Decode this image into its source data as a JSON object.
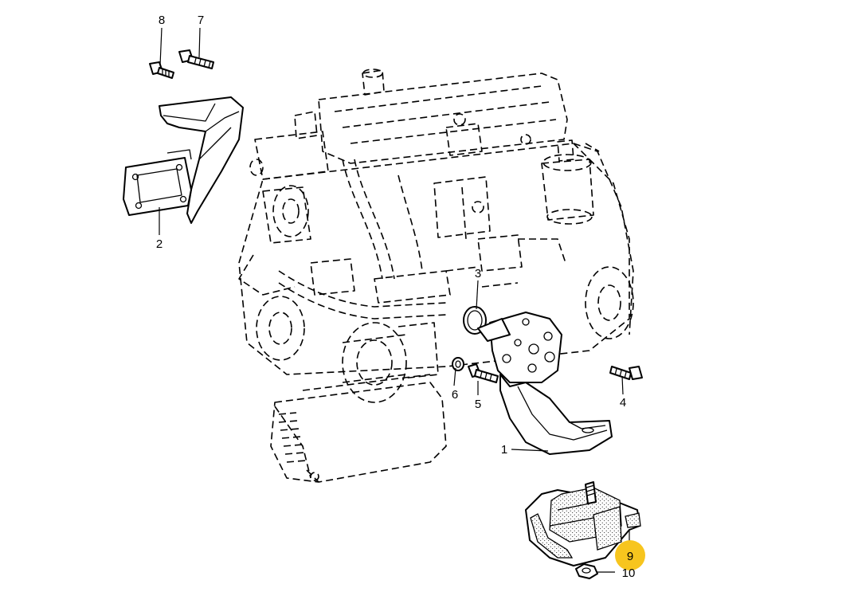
{
  "callouts": [
    {
      "id": "1",
      "label": "1"
    },
    {
      "id": "2",
      "label": "2"
    },
    {
      "id": "3",
      "label": "3"
    },
    {
      "id": "4",
      "label": "4"
    },
    {
      "id": "5",
      "label": "5"
    },
    {
      "id": "6",
      "label": "6"
    },
    {
      "id": "7",
      "label": "7"
    },
    {
      "id": "8",
      "label": "8"
    },
    {
      "id": "9",
      "label": "9"
    },
    {
      "id": "10",
      "label": "10"
    }
  ],
  "highlight": {
    "callout": "9",
    "color": "#f7c51e"
  },
  "colors": {
    "line": "#000000",
    "background": "#ffffff"
  }
}
